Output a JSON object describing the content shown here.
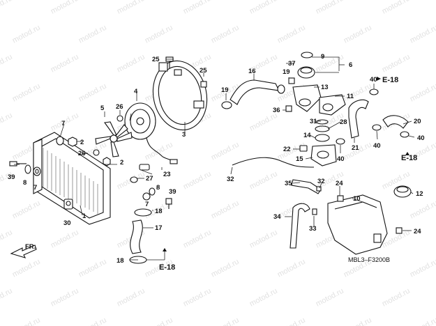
{
  "watermark": {
    "text": "motod.ru"
  },
  "diagram_code": "MBL3–F3200B",
  "direction_label": "FR.",
  "ref_labels": {
    "e18_a": "E-18",
    "e18_b": "E-18",
    "e18_c": "E-18"
  },
  "callouts": {
    "c1": "1",
    "c2a": "2",
    "c2b": "2",
    "c3": "3",
    "c4": "4",
    "c5": "5",
    "c6": "6",
    "c7a": "7",
    "c7b": "7",
    "c7c": "7",
    "c8a": "8",
    "c8b": "8",
    "c9": "9",
    "c10": "10",
    "c11": "11",
    "c12": "12",
    "c13": "13",
    "c14": "14",
    "c15": "15",
    "c16": "16",
    "c17": "17",
    "c18a": "18",
    "c18b": "18",
    "c19a": "19",
    "c19b": "19",
    "c20": "20",
    "c21": "21",
    "c22": "22",
    "c23": "23",
    "c24a": "24",
    "c24b": "24",
    "c25a": "25",
    "c25b": "25",
    "c26a": "26",
    "c26b": "26",
    "c27": "27",
    "c28": "28",
    "c30": "30",
    "c31": "31",
    "c32": "32",
    "c33": "33",
    "c34": "34",
    "c35": "35",
    "c36": "36",
    "c37": "37",
    "c39a": "39",
    "c39b": "39",
    "c40a": "40",
    "c40b": "40",
    "c40c": "40",
    "c40d": "40"
  }
}
